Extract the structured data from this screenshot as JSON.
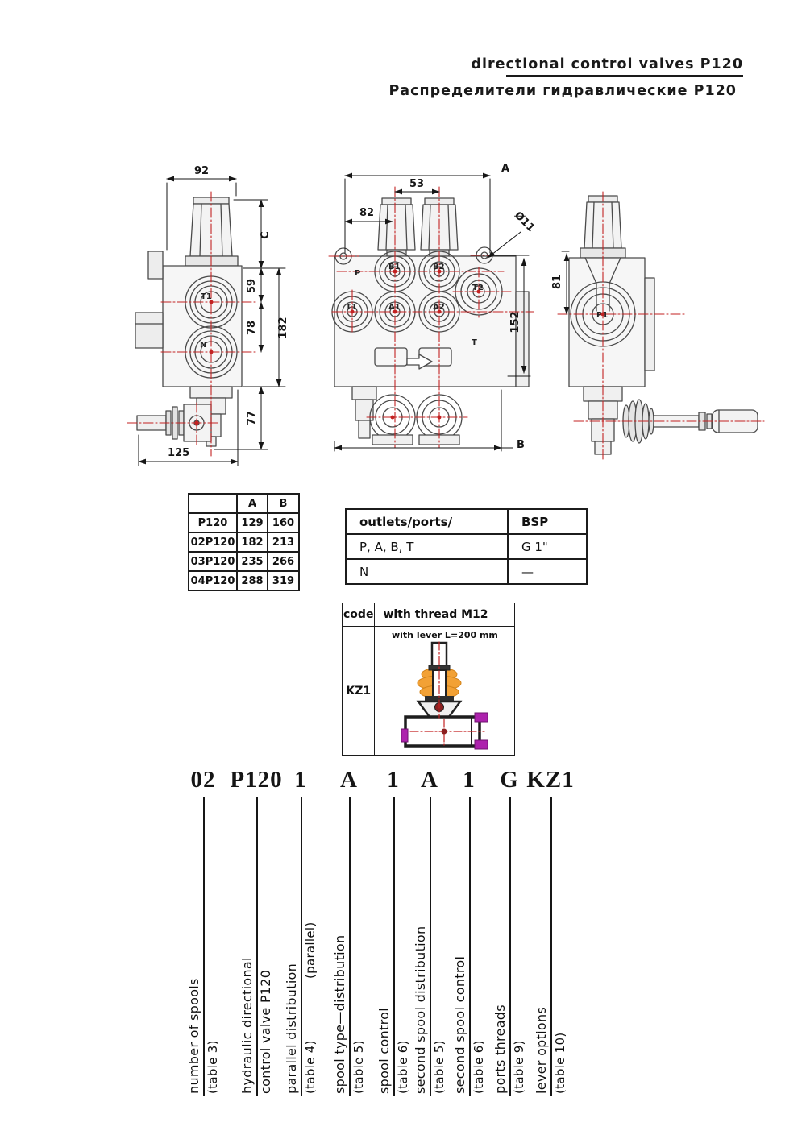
{
  "header": {
    "title_en": "directional control valves P120",
    "title_ru": "Распределители гидравлические P120"
  },
  "drawings": {
    "left": {
      "dims": {
        "w92": "92",
        "c": "C",
        "h59": "59",
        "h182": "182",
        "h78": "78",
        "h77": "77",
        "w125": "125"
      },
      "ports": {
        "t1": "T1",
        "n": "N"
      }
    },
    "middle": {
      "dims": {
        "a": "A",
        "w53": "53",
        "w82": "82",
        "dia11": "Ø11",
        "h152": "152",
        "b": "B"
      },
      "ports": {
        "p": "P",
        "b1": "B1",
        "b2": "B2",
        "t2": "T2",
        "t1": "T1",
        "a1": "A1",
        "a2": "A2",
        "t": "T"
      }
    },
    "right": {
      "dims": {
        "h81": "81"
      },
      "ports": {
        "p1": "P1"
      }
    }
  },
  "size_table": {
    "headers": [
      "",
      "A",
      "B"
    ],
    "rows": [
      [
        "P120",
        "129",
        "160"
      ],
      [
        "02P120",
        "182",
        "213"
      ],
      [
        "03P120",
        "235",
        "266"
      ],
      [
        "04P120",
        "288",
        "319"
      ]
    ]
  },
  "ports_table": {
    "headers": [
      "outlets/ports/",
      "BSP"
    ],
    "rows": [
      [
        "P, A, B, T",
        "G 1\""
      ],
      [
        "N",
        "—"
      ]
    ]
  },
  "code_table": {
    "col1_header": "code",
    "col2_header": "with thread M12",
    "row_code": "KZ1",
    "row_caption": "with lever L=200 mm"
  },
  "ordering": {
    "codes": [
      "02",
      "P120",
      "1",
      "A",
      "1",
      "A",
      "1",
      "G",
      "KZ1"
    ],
    "labels": [
      {
        "main": "number of spools",
        "table": "(table 3)"
      },
      {
        "main": "hydraulic directional",
        "second": "control valve P120"
      },
      {
        "main": "parallel distribution",
        "table": "(table 4)",
        "extra": "(parallel)"
      },
      {
        "main": "spool type—distribution",
        "table": "(table 5)"
      },
      {
        "main": "spool control",
        "table": "(table 6)"
      },
      {
        "main": "second spool distribution",
        "table": "(table 5)"
      },
      {
        "main": "second spool control",
        "table": "(table 6)"
      },
      {
        "main": "ports threads",
        "table": "(table 9)"
      },
      {
        "main": "lever options",
        "table": "(table 10)"
      }
    ]
  },
  "colors": {
    "red": "#c32222",
    "orange": "#f2a135",
    "magenta": "#ad22ad",
    "line": "#4a4a4a"
  }
}
